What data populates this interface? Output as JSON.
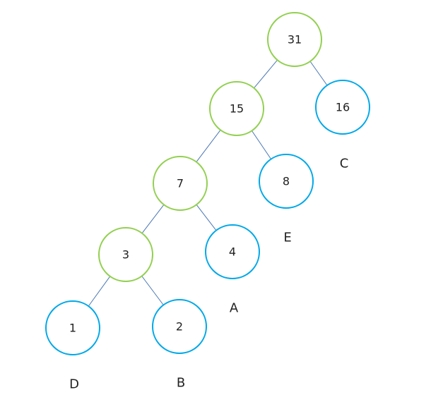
{
  "tree": {
    "colors": {
      "internal_stroke": "#92d050",
      "leaf_stroke": "#00a8e8",
      "edge": "#4a76b5"
    },
    "nodes": [
      {
        "id": "n31",
        "label": "31",
        "kind": "internal"
      },
      {
        "id": "n15",
        "label": "15",
        "kind": "internal"
      },
      {
        "id": "n16",
        "label": "16",
        "kind": "leaf",
        "caption": "C"
      },
      {
        "id": "n7",
        "label": "7",
        "kind": "internal"
      },
      {
        "id": "n8",
        "label": "8",
        "kind": "leaf",
        "caption": "E"
      },
      {
        "id": "n3",
        "label": "3",
        "kind": "internal"
      },
      {
        "id": "n4",
        "label": "4",
        "kind": "leaf",
        "caption": "A"
      },
      {
        "id": "n1",
        "label": "1",
        "kind": "leaf",
        "caption": "D"
      },
      {
        "id": "n2",
        "label": "2",
        "kind": "leaf",
        "caption": "B"
      }
    ],
    "edges": [
      {
        "from": "n31",
        "to": "n15"
      },
      {
        "from": "n31",
        "to": "n16"
      },
      {
        "from": "n15",
        "to": "n7"
      },
      {
        "from": "n15",
        "to": "n8"
      },
      {
        "from": "n7",
        "to": "n3"
      },
      {
        "from": "n7",
        "to": "n4"
      },
      {
        "from": "n3",
        "to": "n1"
      },
      {
        "from": "n3",
        "to": "n2"
      }
    ]
  }
}
